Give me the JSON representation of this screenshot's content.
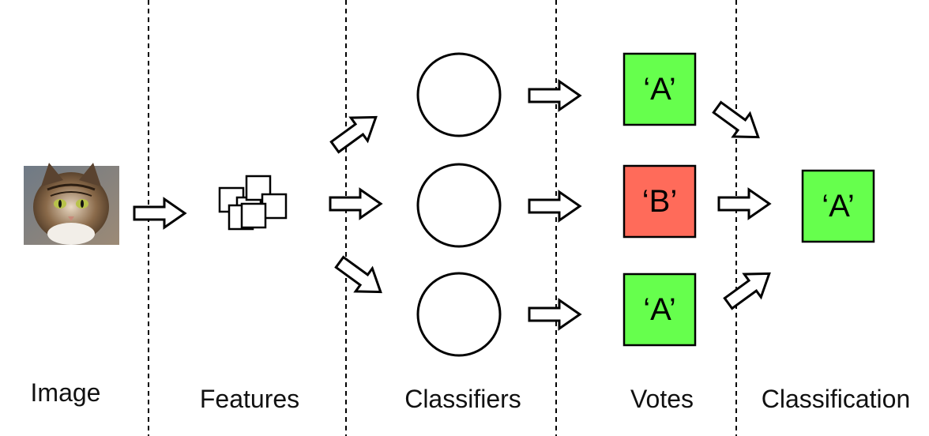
{
  "labels": {
    "image": "Image",
    "features": "Features",
    "classifiers": "Classifiers",
    "votes": "Votes",
    "classification": "Classification"
  },
  "votes": [
    {
      "text": "‘A’",
      "color": "#66ff4d"
    },
    {
      "text": "‘B’",
      "color": "#ff6b5a"
    },
    {
      "text": "‘A’",
      "color": "#66ff4d"
    }
  ],
  "result": {
    "text": "‘A’",
    "color": "#66ff4d"
  },
  "icons": {
    "input_image": "cat-photo-icon",
    "features": "stacked-squares-icon",
    "arrows": "outline-arrow-icon"
  }
}
